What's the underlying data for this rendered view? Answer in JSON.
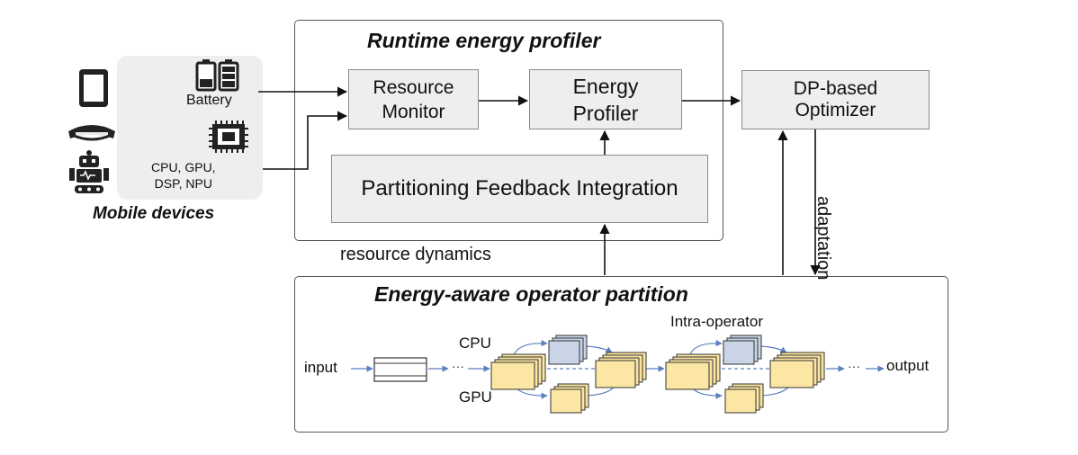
{
  "devices": {
    "battery_label": "Battery",
    "processor_label": "CPU, GPU,\nDSP, NPU",
    "caption": "Mobile devices",
    "icons": [
      "tablet-icon",
      "vr-headset-icon",
      "robot-icon",
      "battery-icon",
      "chip-icon"
    ]
  },
  "profiler": {
    "title": "Runtime energy profiler",
    "resource_monitor": "Resource\nMonitor",
    "energy_profiler": "Energy\nProfiler",
    "feedback": "Partitioning Feedback Integration"
  },
  "optimizer": {
    "label": "DP-based\nOptimizer"
  },
  "labels": {
    "resource_dynamics": "resource dynamics",
    "adaptation": "adaptation"
  },
  "partition": {
    "title": "Energy-aware operator partition",
    "input": "input",
    "output": "output",
    "cpu": "CPU",
    "gpu": "GPU",
    "intra_operator": "Intra-operator",
    "ellipsis": "···"
  },
  "colors": {
    "box_fill": "#eeeeee",
    "cpu_block": "#c9d5e6",
    "gpu_block": "#fbe6a3",
    "flow_line": "#5b7fbf"
  }
}
